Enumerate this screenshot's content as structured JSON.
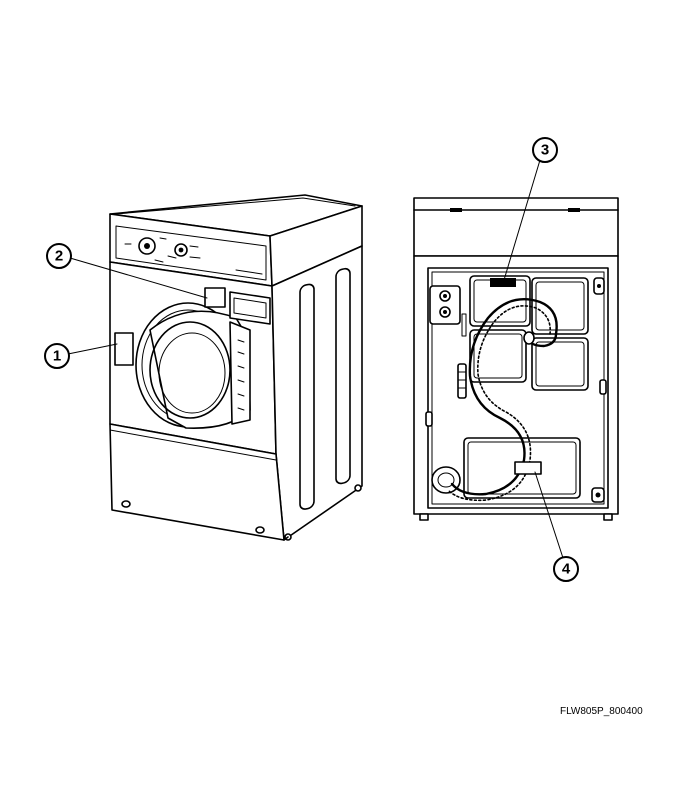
{
  "figure": {
    "id_label": "FLW805P_800400"
  },
  "callouts": [
    {
      "number": "1",
      "target": "label-side-panel"
    },
    {
      "number": "2",
      "target": "label-front-panel"
    },
    {
      "number": "3",
      "target": "label-rear-top"
    },
    {
      "number": "4",
      "target": "label-rear-bottom"
    }
  ],
  "colors": {
    "line": "#000000",
    "background": "#ffffff"
  }
}
